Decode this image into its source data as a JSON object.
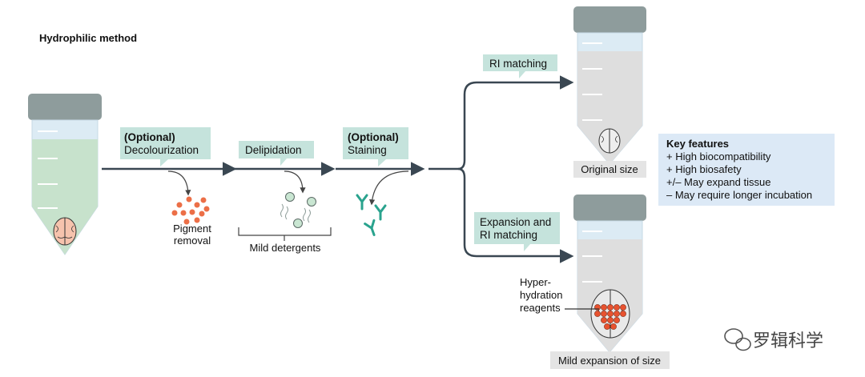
{
  "title": "Hydrophilic method",
  "steps": {
    "decolourization": {
      "optional": "(Optional)",
      "label": "Decolourization"
    },
    "delipidation": {
      "label": "Delipidation"
    },
    "staining": {
      "optional": "(Optional)",
      "label": "Staining"
    }
  },
  "step_notes": {
    "pigment_line1": "Pigment",
    "pigment_line2": "removal",
    "mild_detergents": "Mild detergents"
  },
  "branches": {
    "ri_matching": "RI matching",
    "expansion_line1": "Expansion and",
    "expansion_line2": "RI matching"
  },
  "captions": {
    "original_size": "Original size",
    "mild_expansion": "Mild expansion of size",
    "hyper_line1": "Hyper-",
    "hyper_line2": "hydration",
    "hyper_line3": "reagents"
  },
  "key_features": {
    "heading": "Key features",
    "items": [
      "+ High biocompatibility",
      "+ High biosafety",
      "+/– May expand tissue",
      "– May require longer incubation"
    ]
  },
  "watermark": "罗辑科学",
  "colors": {
    "callout": "#c5e3dc",
    "tube_cap": "#8e9c9c",
    "tube_light_blue": "#dcebf4",
    "green_liquid": "#c7e2cc",
    "clear_liquid": "#dedede",
    "arrow": "#3a4752",
    "pigment": "#ec6f47",
    "antibody": "#2aa38e",
    "key_box": "#dce9f6"
  }
}
